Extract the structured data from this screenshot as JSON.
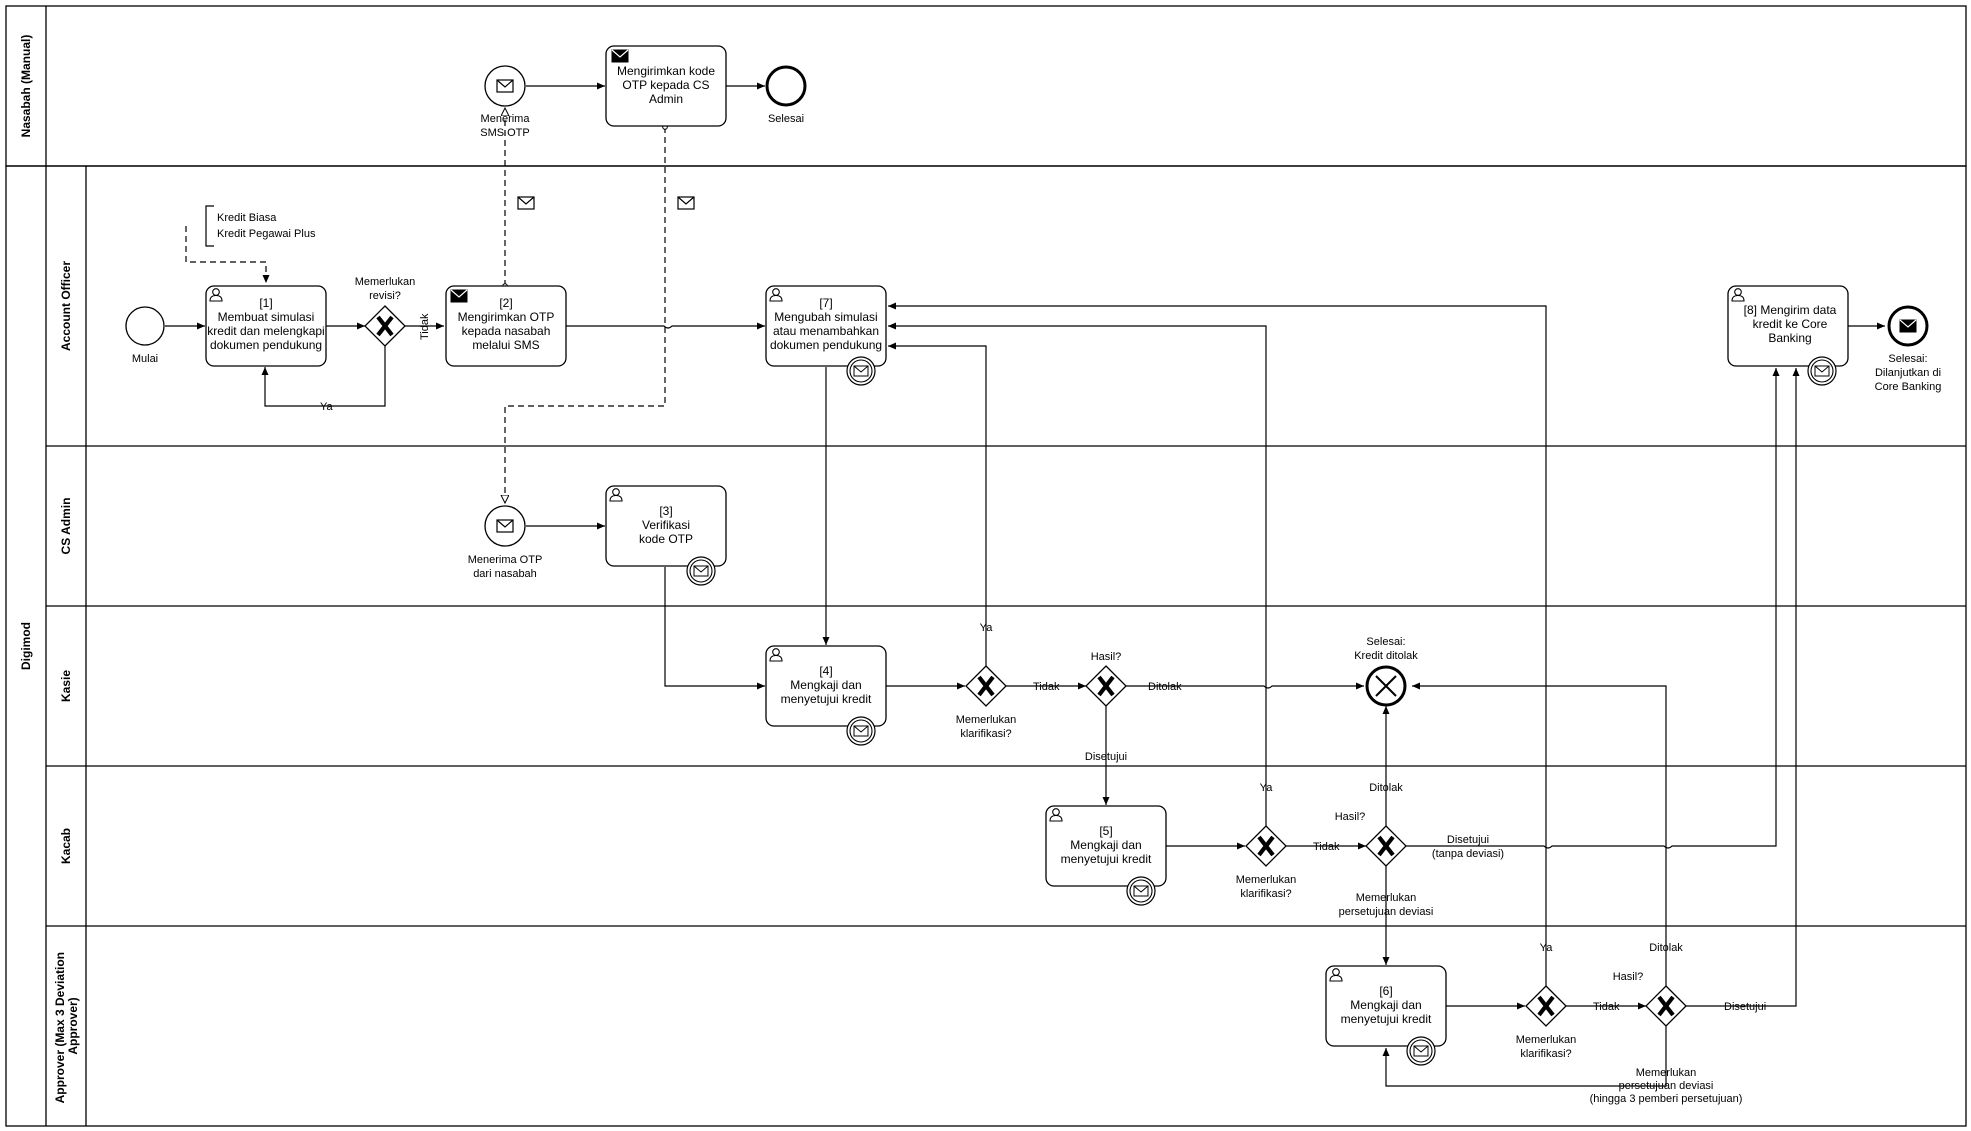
{
  "pools": {
    "customer": "Nasabah (Manual)",
    "bank": "Digimod"
  },
  "lanes": {
    "account_officer": "Account Officer",
    "cs_admin": "CS Admin",
    "kasie": "Kasie",
    "kacab": "Kacab",
    "approver": "Approver (Max 3 Deviation Approver)"
  },
  "events": {
    "start": "Mulai",
    "receive_sms": "Menerima SMS OTP",
    "customer_end": "Selesai",
    "receive_otp": "Menerima OTP dari nasabah",
    "rejected_end": "Selesai: Kredit ditolak",
    "core_end": "Selesai: Dilanjutkan di Core Banking"
  },
  "tasks": {
    "send_otp_to_cs": "Mengirimkan kode OTP kepada CS Admin",
    "t1": "[1] Membuat simulasi kredit dan melengkapi dokumen pendukung",
    "t2": "[2] Mengirimkan OTP kepada nasabah melalui SMS",
    "t3": "[3] Verifikasi kode OTP",
    "t4": "[4] Mengkaji dan menyetujui kredit",
    "t5": "[5] Mengkaji dan menyetujui kredit",
    "t6": "[6] Mengkaji dan menyetujui kredit",
    "t7": "[7] Mengubah simulasi atau menambahkan dokumen pendukung",
    "t8": "[8] Mengirim data kredit ke Core Banking"
  },
  "annotation": {
    "line1": "Kredit Biasa",
    "line2": "Kredit Pegawai Plus"
  },
  "gateways": {
    "revision": "Memerlukan revisi?",
    "clar_kasie": "Memerlukan klarifikasi?",
    "result_kasie": "Hasil?",
    "clar_kacab": "Memerlukan klarifikasi?",
    "result_kacab": "Hasil?",
    "deviation_note_kacab": "Memerlukan persetujuan deviasi",
    "clar_approver": "Memerlukan klarifikasi?",
    "result_approver": "Hasil?",
    "deviation_note_approver": "Memerlukan persetujuan deviasi (hingga 3 pemberi persetujuan)"
  },
  "flow_labels": {
    "yes": "Ya",
    "no": "Tidak",
    "rejected": "Ditolak",
    "approved": "Disetujui",
    "approved_no_dev_1": "Disetujui",
    "approved_no_dev_2": "(tanpa deviasi)"
  }
}
